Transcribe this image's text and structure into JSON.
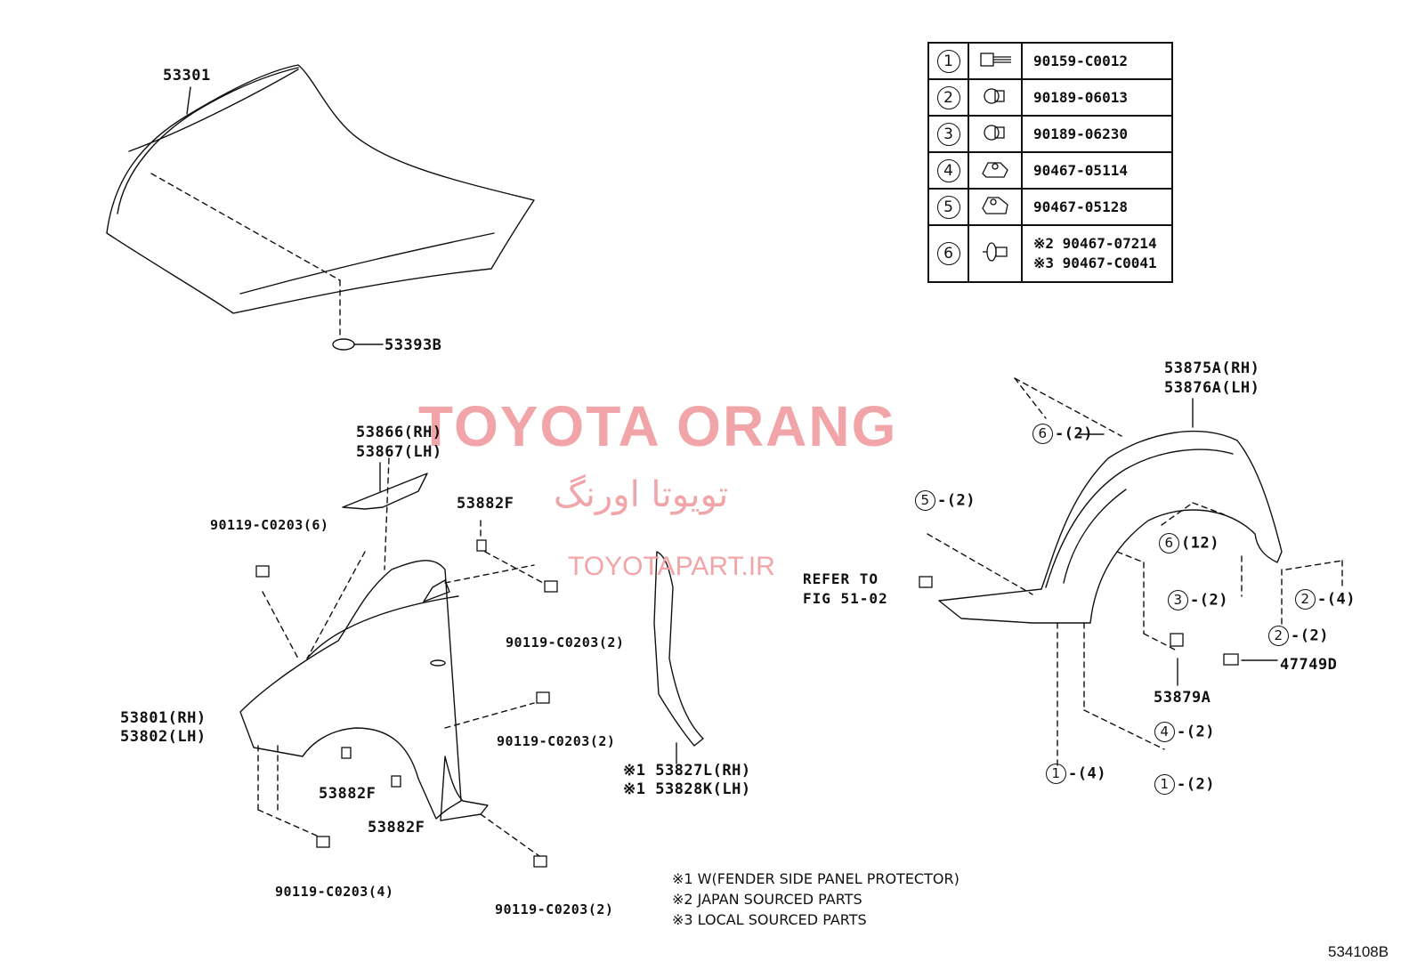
{
  "fastener_table": [
    {
      "num": "1",
      "icon": "bolt-icon",
      "parts": [
        "90159-C0012"
      ]
    },
    {
      "num": "2",
      "icon": "clip-icon",
      "parts": [
        "90189-06013"
      ]
    },
    {
      "num": "3",
      "icon": "clip-icon",
      "parts": [
        "90189-06230"
      ]
    },
    {
      "num": "4",
      "icon": "nut-clip-icon",
      "parts": [
        "90467-05114"
      ]
    },
    {
      "num": "5",
      "icon": "nut-clip-icon",
      "parts": [
        "90467-05128"
      ]
    },
    {
      "num": "6",
      "icon": "push-clip-icon",
      "parts": [
        "※2 90467-07214",
        "※3 90467-C0041"
      ]
    }
  ],
  "labels": {
    "hood": "53301",
    "hood_pad": "53393B",
    "seal_rh": "53866(RH)",
    "seal_lh": "53867(LH)",
    "bolt_6": "90119-C0203(6)",
    "nut_top": "53882F",
    "bolt_2a": "90119-C0203(2)",
    "fender_rh": "53801(RH)",
    "fender_lh": "53802(LH)",
    "bolt_2b": "90119-C0203(2)",
    "nut_mid": "53882F",
    "nut_bottom": "53882F",
    "bolt_4": "90119-C0203(4)",
    "bolt_2c": "90119-C0203(2)",
    "protector_rh": "※1 53827L(RH)",
    "protector_lh": "※1 53828K(LH)",
    "liner_rh": "53875A(RH)",
    "liner_lh": "53876A(LH)",
    "refer_to": "REFER TO",
    "refer_fig": "FIG 51-02",
    "retainer": "53879A",
    "screw": "47749D"
  },
  "callouts": {
    "c6a": {
      "num": "6",
      "qty": "-(2)"
    },
    "c5": {
      "num": "5",
      "qty": "-(2)"
    },
    "c6b": {
      "num": "6",
      "qty": "(12)"
    },
    "c3": {
      "num": "3",
      "qty": "-(2)"
    },
    "c2a": {
      "num": "2",
      "qty": "-(4)"
    },
    "c2b": {
      "num": "2",
      "qty": "-(2)"
    },
    "c4": {
      "num": "4",
      "qty": "-(2)"
    },
    "c1a": {
      "num": "1",
      "qty": "-(4)"
    },
    "c1b": {
      "num": "1",
      "qty": "-(2)"
    }
  },
  "notes": [
    "※1 W(FENDER SIDE PANEL PROTECTOR)",
    "※2 JAPAN SOURCED PARTS",
    "※3 LOCAL SOURCED PARTS"
  ],
  "watermark": {
    "title": "TOYOTA ORANG",
    "persian": "تویوتا اورنگ",
    "site": "TOYOTAPART.IR"
  },
  "figure_id": "534108B"
}
